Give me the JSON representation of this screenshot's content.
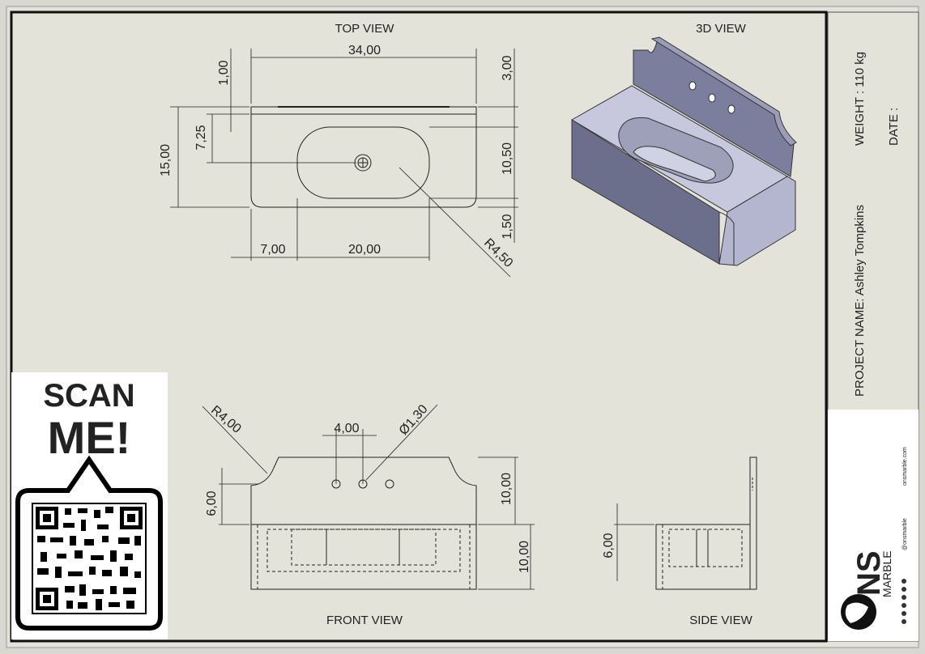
{
  "views": {
    "top": "TOP VIEW",
    "iso": "3D VIEW",
    "front": "FRONT VIEW",
    "side": "SIDE VIEW"
  },
  "dimensions": {
    "top_width": "34,00",
    "top_backsplash_thickness": "1,00",
    "top_right_offset": "3,00",
    "top_depth": "15,00",
    "top_drain_offset": "7,25",
    "top_bowl_depth": "10,50",
    "top_front_offset": "1,50",
    "top_left_offset": "7,00",
    "top_bowl_width": "20,00",
    "top_corner_radius": "R4,50",
    "front_notch_radius": "R4,00",
    "front_hole_spacing": "4,00",
    "front_hole_diameter": "Ø1,30",
    "front_backsplash_height": "6,00",
    "front_upper_height": "10,00",
    "front_lower_height": "10,00",
    "side_height": "6,00"
  },
  "title_block": {
    "project_name": "PROJECT NAME: Ashley Tompkins",
    "weight": "WEIGHT : 110 kg",
    "date": "DATE :",
    "website": "onsmarble.com",
    "social_handle": "@onsmarble",
    "logo_text": "NS",
    "logo_sub": "MARBLE"
  },
  "qr": {
    "line1": "SCAN",
    "line2": "ME!"
  },
  "colors": {
    "sheet_bg": "#e4e3d9",
    "border": "#111111",
    "model_face": "#aeb0c9",
    "model_dark": "#6e7190"
  }
}
